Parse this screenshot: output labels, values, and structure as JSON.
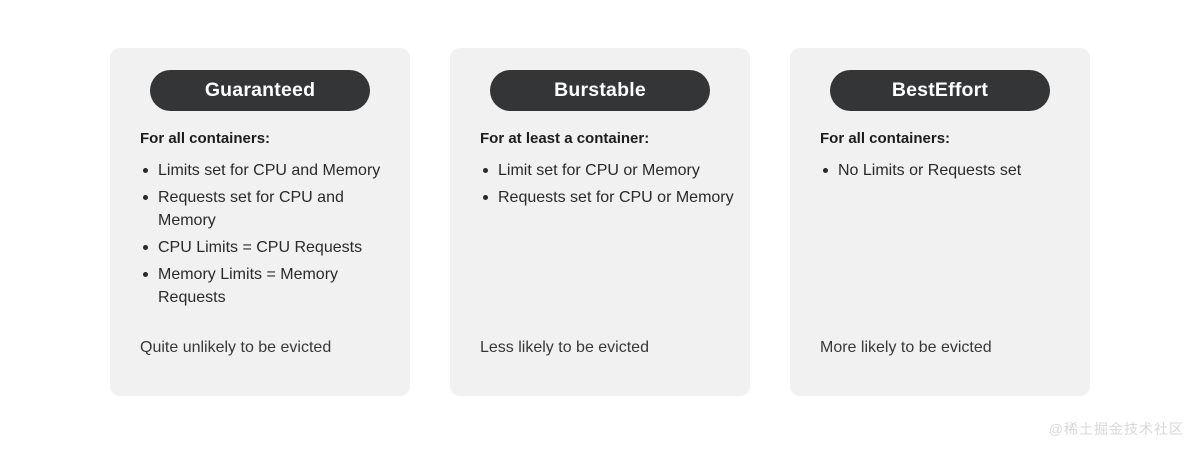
{
  "board": {
    "watermark": "@稀土掘金技术社区",
    "card_bg": "#f1f1f2",
    "pill_bg": "#333537",
    "page_bg": "#ffffff"
  },
  "cards": [
    {
      "badge": "Guaranteed",
      "condition_heading": "For all containers:",
      "requirements": [
        "Limits set for CPU and Memory",
        "Requests set for CPU and Memory",
        "CPU Limits = CPU Requests",
        "Memory Limits = Memory Requests"
      ],
      "eviction_note": "Quite unlikely to be evicted"
    },
    {
      "badge": "Burstable",
      "condition_heading": "For at least a container:",
      "requirements": [
        "Limit set for CPU or Memory",
        "Requests set for CPU or Memory"
      ],
      "eviction_note": "Less likely to be evicted"
    },
    {
      "badge": "BestEffort",
      "condition_heading": "For all containers:",
      "requirements": [
        "No Limits or Requests set"
      ],
      "eviction_note": "More likely to be evicted"
    }
  ]
}
